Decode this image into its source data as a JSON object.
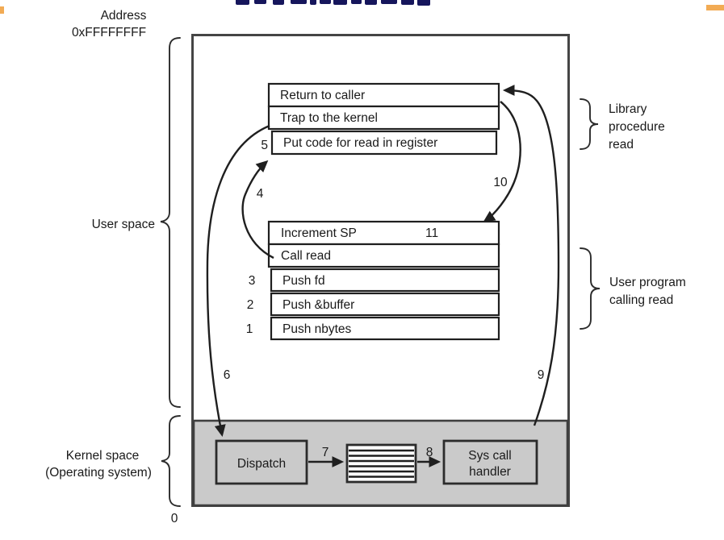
{
  "colors": {
    "orange": "#F2AB54",
    "grayFill": "#CACACA",
    "line": "#1F1F1F",
    "navy": "#16165C",
    "border": "#454545"
  },
  "labels": {
    "address_line1": "Address",
    "address_line2": "0xFFFFFFFF",
    "bottom_address": "0",
    "user_space": "User space",
    "kernel_space_line1": "Kernel space",
    "kernel_space_line2": "(Operating system)"
  },
  "library_box": {
    "rows": [
      "Return to caller",
      "Trap to the kernel",
      "Put code for read in register"
    ]
  },
  "user_box": {
    "rows": [
      "Increment SP",
      "Call read",
      "Push fd",
      "Push &buffer",
      "Push nbytes"
    ]
  },
  "kernel": {
    "dispatch": "Dispatch",
    "syscall_line1": "Sys call",
    "syscall_line2": "handler"
  },
  "right_labels": {
    "library_procedure": [
      "Library",
      "procedure",
      "read"
    ],
    "user_program": [
      "User program",
      "calling read"
    ]
  },
  "steps": {
    "s1": "1",
    "s2": "2",
    "s3": "3",
    "s4": "4",
    "s5": "5",
    "s6": "6",
    "s7": "7",
    "s8": "8",
    "s9": "9",
    "s10": "10",
    "s11": "11"
  }
}
